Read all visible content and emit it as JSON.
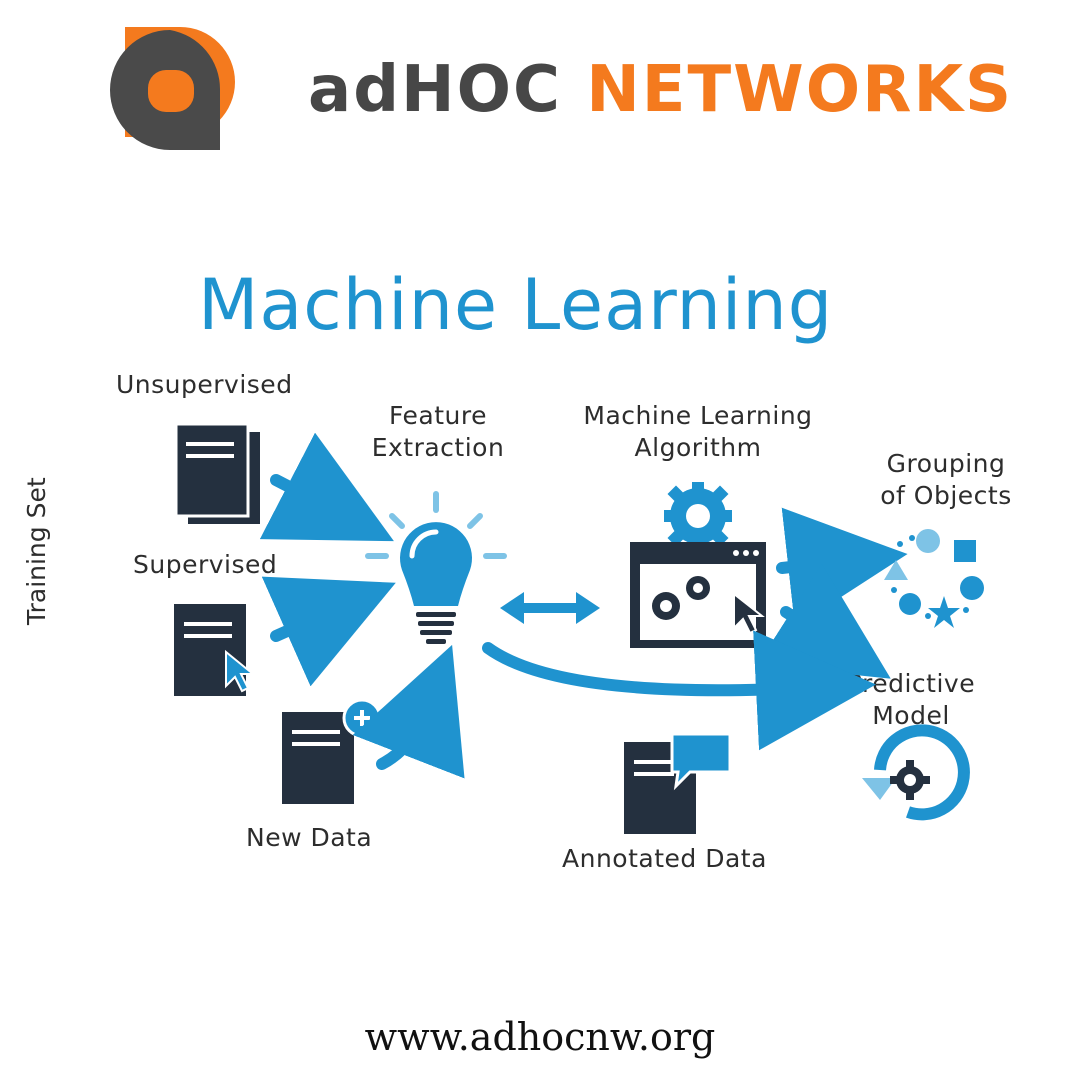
{
  "brand": {
    "name_dark": "adHOC",
    "name_accent": "NETWORKS",
    "colors": {
      "dark": "#474747",
      "accent": "#f47a1e"
    }
  },
  "diagram": {
    "title": "Machine Learning",
    "training_set_label": "Training Set",
    "unsupervised_label": "Unsupervised",
    "supervised_label": "Supervised",
    "new_data_label": "New Data",
    "feature_extraction_label": [
      "Feature",
      "Extraction"
    ],
    "ml_algorithm_label": [
      "Machine Learning",
      "Algorithm"
    ],
    "grouping_label": [
      "Grouping",
      "of Objects"
    ],
    "predictive_model_label": [
      "Predictive",
      "Model"
    ],
    "annotated_data_label": "Annotated Data",
    "colors": {
      "blue": "#1f93cf",
      "navy": "#24303f",
      "light_blue": "#7ec3e6"
    }
  },
  "footer": {
    "url": "www.adhocnw.org"
  }
}
